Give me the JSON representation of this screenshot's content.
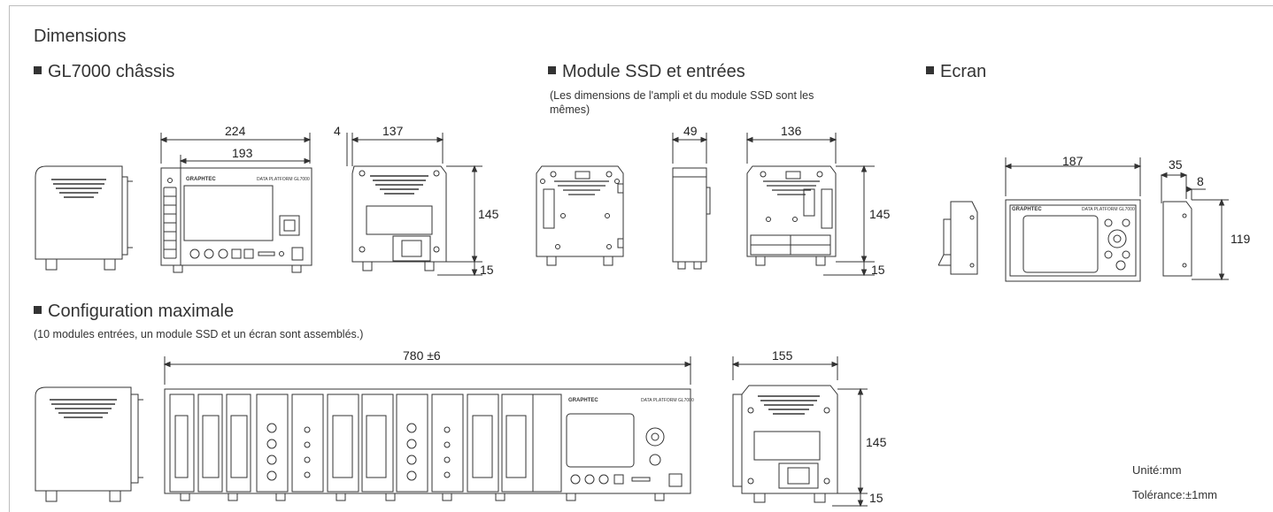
{
  "title": "Dimensions",
  "sections": {
    "chassis": {
      "heading": "GL7000 châssis"
    },
    "module": {
      "heading": "Module SSD et entrées",
      "note": "(Les dimensions de l'ampli et du module SSD sont les mêmes)"
    },
    "screen": {
      "heading": "Ecran"
    },
    "maxconf": {
      "heading": "Configuration maximale",
      "note": "(10 modules entrées, un module SSD et un écran sont assemblés.)"
    }
  },
  "dimensions": {
    "chassis_width": "224",
    "chassis_inner": "193",
    "chassis_gap": "4",
    "chassis_depth": "137",
    "chassis_height": "145",
    "chassis_foot": "15",
    "module_width": "49",
    "module_depth": "136",
    "module_height": "145",
    "module_foot": "15",
    "screen_width": "187",
    "screen_depth": "35",
    "screen_bezel": "8",
    "screen_height": "119",
    "max_width": "780 ±6",
    "max_depth": "155",
    "max_height": "145",
    "max_foot": "15"
  },
  "device_labels": {
    "brand": "GRAPHTEC",
    "model": "DATA PLATFORM GL7000"
  },
  "footer": {
    "unit": "Unité:mm",
    "tolerance": "Tolérance:±1mm"
  }
}
